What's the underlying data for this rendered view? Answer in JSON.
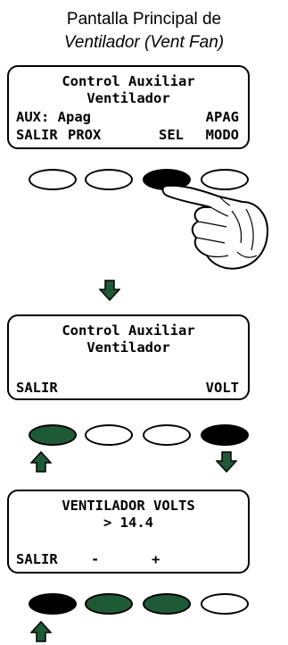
{
  "caption": {
    "line1": "Pantalla Principal de",
    "line2": "Ventilador (Vent Fan)"
  },
  "screen1": {
    "title1": "Control Auxiliar",
    "title2": "Ventilador",
    "aux": "AUX: Apag",
    "mode_value": "APAG",
    "soft1": "SALIR",
    "soft2": "PROX",
    "soft3": "SEL",
    "soft4": "MODO"
  },
  "screen2": {
    "title1": "Control Auxiliar",
    "title2": "Ventilador",
    "soft1": "SALIR",
    "soft4": "VOLT"
  },
  "screen3": {
    "title1": "VENTILADOR VOLTS",
    "value": "> 14.4",
    "soft1": "SALIR",
    "soft2": "-",
    "soft3": "+"
  },
  "colors": {
    "pressed": "#000000",
    "active": "#1f5a36",
    "arrow": "#1f5a36",
    "idle": "#ffffff"
  },
  "icons": {
    "hand": "pointing-hand-icon",
    "arrow_down": "arrow-down-icon",
    "arrow_up": "arrow-up-icon"
  }
}
